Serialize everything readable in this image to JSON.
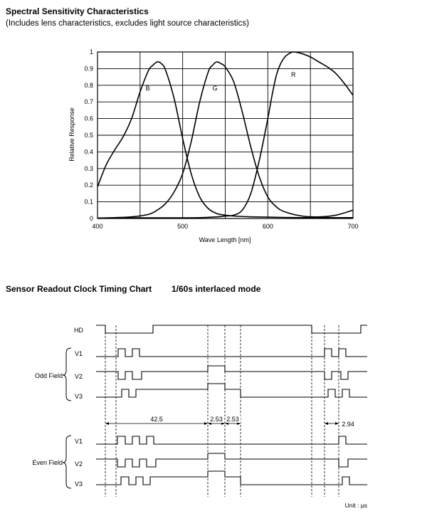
{
  "headings": {
    "spectral_title": "Spectral Sensitivity Characteristics",
    "spectral_subtitle": "(Includes lens characteristics, excludes light source characteristics)",
    "timing_title": "Sensor Readout Clock Timing Chart",
    "timing_mode": "1/60s interlaced mode"
  },
  "chart_data": [
    {
      "type": "line",
      "title": "Spectral Sensitivity Characteristics",
      "subtitle": "(Includes lens characteristics, excludes light source characteristics)",
      "xlabel": "Wave Length [nm]",
      "ylabel": "Relative Response",
      "xlim": [
        400,
        700
      ],
      "ylim": [
        0,
        1
      ],
      "xticks": [
        "400",
        "500",
        "600",
        "700"
      ],
      "yticks": [
        "0",
        "0.1",
        "0.2",
        "0.3",
        "0.4",
        "0.5",
        "0.6",
        "0.7",
        "0.8",
        "0.9",
        "1"
      ],
      "grid": true,
      "series": [
        {
          "name": "B",
          "x": [
            400,
            410,
            420,
            430,
            440,
            450,
            460,
            465,
            470,
            475,
            480,
            490,
            500,
            510,
            520,
            530,
            540,
            550,
            560,
            580,
            600,
            620,
            640,
            660,
            680,
            700
          ],
          "y": [
            0.19,
            0.32,
            0.41,
            0.49,
            0.6,
            0.76,
            0.89,
            0.92,
            0.94,
            0.93,
            0.89,
            0.72,
            0.48,
            0.27,
            0.13,
            0.06,
            0.03,
            0.02,
            0.015,
            0.01,
            0.008,
            0.006,
            0.005,
            0.005,
            0.005,
            0.005
          ]
        },
        {
          "name": "G",
          "x": [
            400,
            420,
            440,
            460,
            470,
            480,
            490,
            500,
            510,
            520,
            530,
            535,
            540,
            545,
            550,
            560,
            570,
            580,
            590,
            600,
            610,
            620,
            640,
            660,
            680,
            700
          ],
          "y": [
            0.002,
            0.005,
            0.01,
            0.025,
            0.05,
            0.09,
            0.16,
            0.27,
            0.46,
            0.7,
            0.88,
            0.92,
            0.94,
            0.93,
            0.91,
            0.82,
            0.64,
            0.43,
            0.25,
            0.13,
            0.07,
            0.04,
            0.015,
            0.01,
            0.02,
            0.05
          ]
        },
        {
          "name": "R",
          "x": [
            400,
            440,
            480,
            520,
            540,
            550,
            560,
            570,
            580,
            590,
            600,
            605,
            610,
            615,
            620,
            625,
            630,
            640,
            650,
            660,
            670,
            680,
            690,
            700
          ],
          "y": [
            0.003,
            0.004,
            0.004,
            0.005,
            0.01,
            0.015,
            0.02,
            0.05,
            0.15,
            0.35,
            0.6,
            0.74,
            0.86,
            0.93,
            0.97,
            0.99,
            1.0,
            0.99,
            0.97,
            0.94,
            0.91,
            0.87,
            0.81,
            0.74
          ]
        }
      ],
      "curve_labels": [
        {
          "text": "B",
          "x": 459,
          "y": 0.77
        },
        {
          "text": "G",
          "x": 538,
          "y": 0.77
        },
        {
          "text": "R",
          "x": 630,
          "y": 0.85
        }
      ]
    },
    {
      "type": "timing",
      "title": "Sensor Readout Clock Timing Chart",
      "subtitle": "1/60s interlaced mode",
      "unit_label": "Unit : µs",
      "groups": [
        {
          "name": "",
          "signals": [
            "HD"
          ]
        },
        {
          "name": "Odd Field",
          "signals": [
            "V1",
            "V2",
            "V3"
          ]
        },
        {
          "name": "Even Field",
          "signals": [
            "V1",
            "V2",
            "V3"
          ]
        }
      ],
      "intervals": [
        "42.5",
        "2.53",
        "2.53",
        "2.94"
      ]
    }
  ]
}
